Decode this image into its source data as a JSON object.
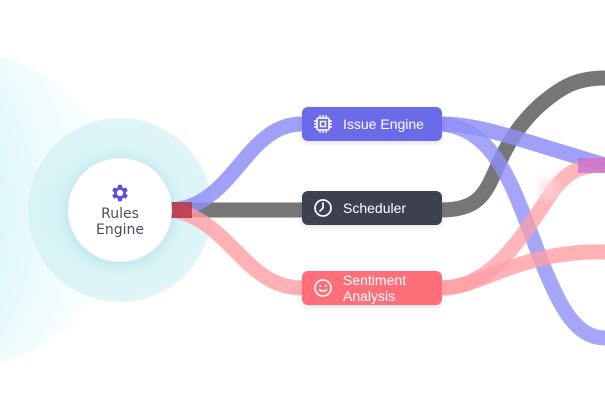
{
  "hub": {
    "line1": "Rules",
    "line2": "Engine",
    "icon": "gear-icon"
  },
  "nodes": [
    {
      "label": "Issue Engine",
      "icon": "chip-icon",
      "color": "#6b6bea"
    },
    {
      "label": "Scheduler",
      "icon": "clock-icon",
      "color": "#3c4150"
    },
    {
      "label": "Sentiment Analysis",
      "icon": "smiley-icon",
      "color": "#ff6f7a"
    }
  ],
  "flow_colors": {
    "blue": "#8f8ff7",
    "gray": "#6f6f6f",
    "red": "#ff9ea4",
    "hub_accent": "#5b4fd6",
    "glow": "#9fe7ee"
  }
}
